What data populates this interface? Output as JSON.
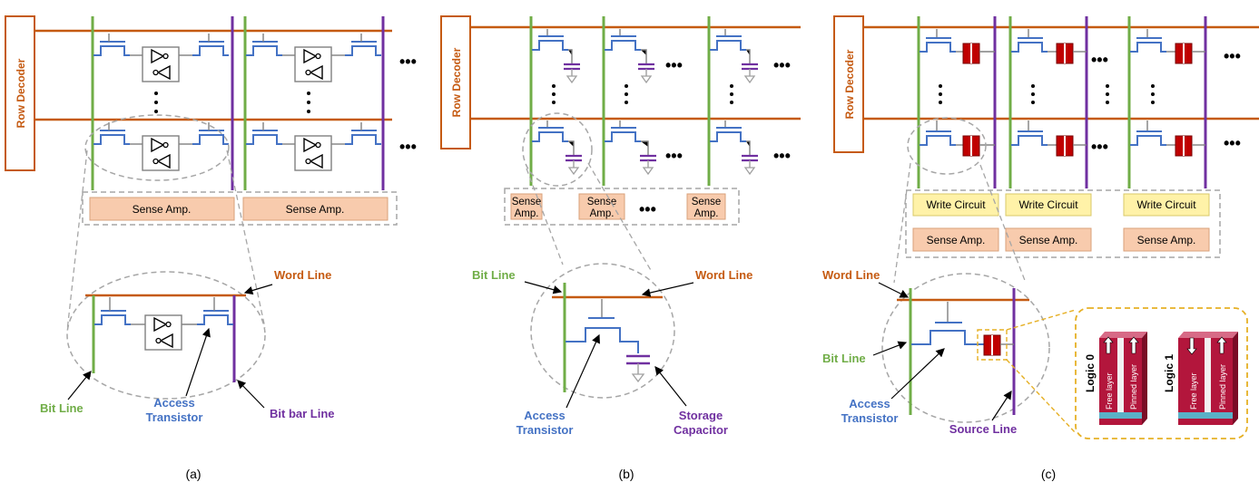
{
  "colors": {
    "word_line": "#c55a11",
    "bit_line": "#70ad47",
    "bitbar_line": "#7030a0",
    "transistor": "#4472c4",
    "capacitor": "#7030a0",
    "ground": "#a0a0a0",
    "sense_amp_fill": "#f8cbad",
    "write_circuit_fill": "#fff2a8",
    "mtj_fill": "#c00000",
    "mtj_cell_fill": "#b3163c",
    "dash": "#a6a6a6",
    "zoom_box": "#e6b025"
  },
  "panel_a": {
    "row_decoder": "Row Decoder",
    "sense_amp_1": "Sense Amp.",
    "sense_amp_2": "Sense Amp.",
    "ellipsis": "•••",
    "word_line": "Word Line",
    "bit_line": "Bit Line",
    "access_line1": "Access",
    "access_line2": "Transistor",
    "bitbar_line": "Bit bar Line",
    "caption": "(a)"
  },
  "panel_b": {
    "row_decoder": "Row Decoder",
    "sense_line1": "Sense",
    "sense_line2": "Amp.",
    "ellipsis": "•••",
    "word_line": "Word Line",
    "bit_line": "Bit Line",
    "access_line1": "Access",
    "access_line2": "Transistor",
    "storage_line1": "Storage",
    "storage_line2": "Capacitor",
    "caption": "(b)"
  },
  "panel_c": {
    "row_decoder": "Row Decoder",
    "write_circuit": "Write Circuit",
    "sense_amp": "Sense Amp.",
    "ellipsis": "•••",
    "word_line": "Word Line",
    "bit_line": "Bit Line",
    "access_line1": "Access",
    "access_line2": "Transistor",
    "source_line": "Source Line",
    "logic0": "Logic 0",
    "logic1": "Logic 1",
    "free_layer": "Free layer",
    "pinned_layer": "Pinned layer",
    "caption": "(c)"
  }
}
